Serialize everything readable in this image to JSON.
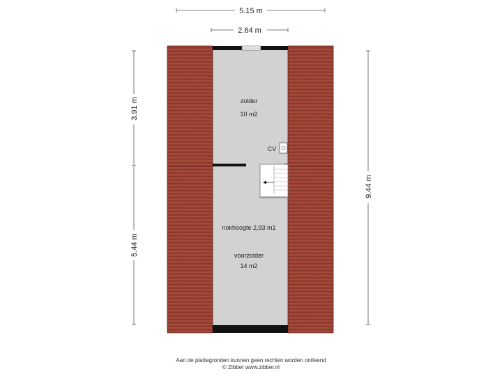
{
  "dimensions": {
    "total_width": "5.15 m",
    "inner_width": "2.64 m",
    "total_depth": "9.44 m",
    "upper_depth": "3.91 m",
    "lower_depth": "5.44 m"
  },
  "rooms": {
    "zolder": {
      "name": "zolder",
      "area": "10 m2"
    },
    "voorzolder": {
      "name": "voorzolder",
      "area": "14 m2",
      "note": "nokhoogte 2,93 m1"
    }
  },
  "fixtures": {
    "cv_label": "CV"
  },
  "footer": {
    "line1": "Aan de plattegronden kunnen geen rechten worden ontleend",
    "line2": "© Zibber www.zibber.nl"
  },
  "colors": {
    "roof_tile": "#a5493a",
    "floor": "#d2d2d3",
    "wall": "#111111"
  }
}
